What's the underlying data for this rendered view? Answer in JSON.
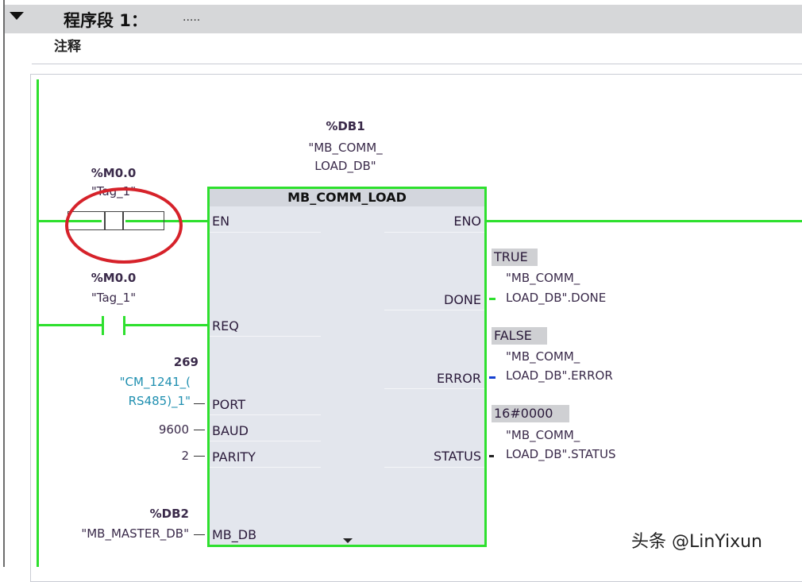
{
  "network": {
    "title": "程序段 1：",
    "title_comment": ".....",
    "comment_label": "注释"
  },
  "block": {
    "instance_address": "%DB1",
    "instance_name_1": "\"MB_COMM_",
    "instance_name_2": "LOAD_DB\"",
    "type": "MB_COMM_LOAD",
    "inputs": [
      "EN",
      "REQ",
      "PORT",
      "BAUD",
      "PARITY",
      "MB_DB"
    ],
    "outputs": [
      "ENO",
      "DONE",
      "ERROR",
      "STATUS"
    ]
  },
  "contacts": [
    {
      "address": "%M0.0",
      "name": "\"Tag_1\""
    },
    {
      "address": "%M0.0",
      "name": "\"Tag_1\""
    }
  ],
  "input_params": {
    "port_value": "269",
    "port_name_1": "\"CM_1241_(",
    "port_name_2": "RS485)_1\"",
    "baud": "9600",
    "parity": "2",
    "mb_db_address": "%DB2",
    "mb_db_name": "\"MB_MASTER_DB\""
  },
  "output_params": [
    {
      "value": "TRUE",
      "tag_1": "\"MB_COMM_",
      "tag_2": "LOAD_DB\".DONE"
    },
    {
      "value": "FALSE",
      "tag_1": "\"MB_COMM_",
      "tag_2": "LOAD_DB\".ERROR"
    },
    {
      "value": "16#0000",
      "tag_1": "\"MB_COMM_",
      "tag_2": "LOAD_DB\".STATUS"
    }
  ],
  "watermark": "头条 @LinYixun",
  "colors": {
    "rung": "#2ee02e",
    "highlight": "#d6222a",
    "address": "#1f8fb0"
  }
}
